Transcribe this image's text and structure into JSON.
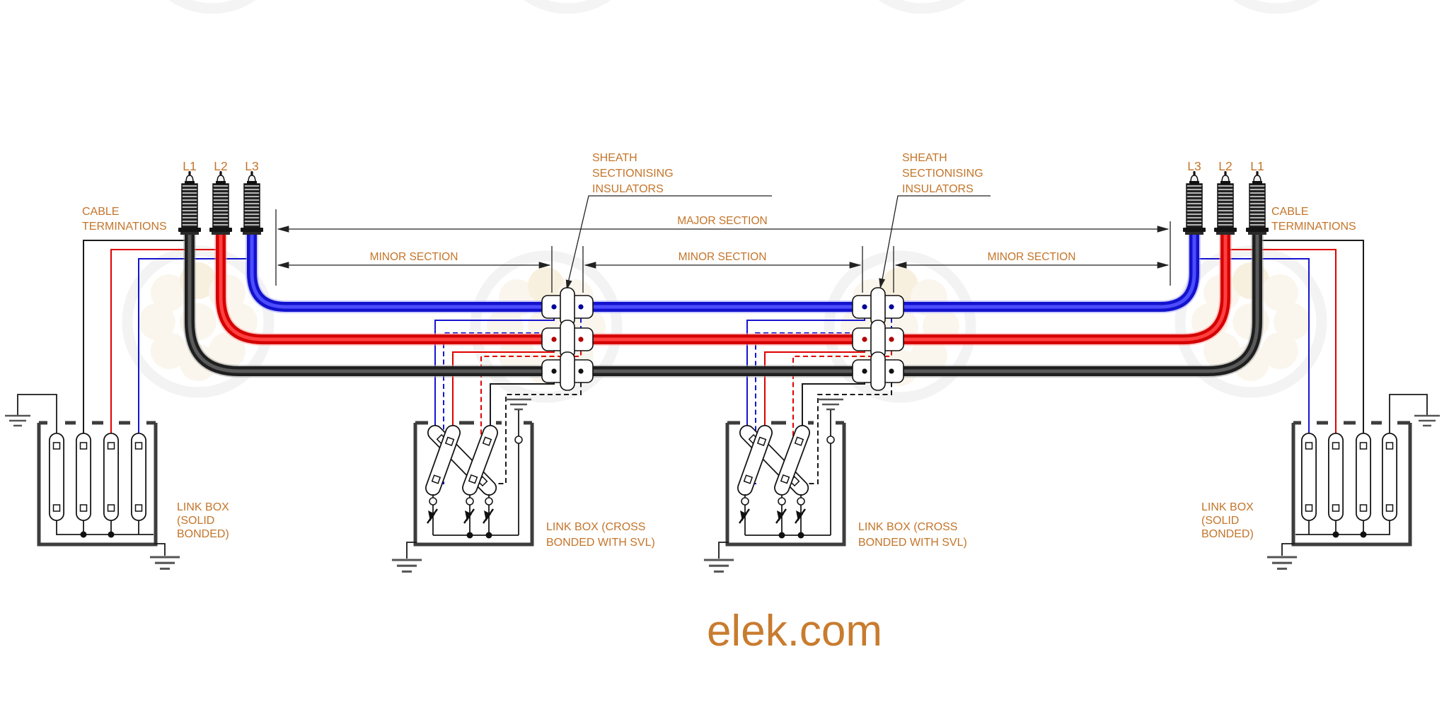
{
  "colors": {
    "label_orange": "#c4752a",
    "logo_orange": "#c87c2e",
    "phase_black": "#1f1f1f",
    "phase_red": "#d40000",
    "phase_blue": "#1212cc",
    "wire_black": "#1a1a1a",
    "wire_red": "#e00000",
    "wire_blue": "#1515d0"
  },
  "terminations": {
    "left": {
      "caption_line1": "CABLE",
      "caption_line2": "TERMINATIONS",
      "phases": [
        "L1",
        "L2",
        "L3"
      ]
    },
    "right": {
      "caption_line1": "CABLE",
      "caption_line2": "TERMINATIONS",
      "phases": [
        "L3",
        "L2",
        "L1"
      ]
    }
  },
  "sections": {
    "major_label": "MAJOR SECTION",
    "minor_labels": [
      "MINOR SECTION",
      "MINOR SECTION",
      "MINOR SECTION"
    ]
  },
  "sheath_insulators": {
    "label_line1": "SHEATH",
    "label_line2": "SECTIONISING",
    "label_line3": "INSULATORS"
  },
  "link_boxes": {
    "solid_left": {
      "line1": "LINK BOX",
      "line2": "(SOLID",
      "line3": "BONDED)"
    },
    "solid_right": {
      "line1": "LINK BOX",
      "line2": "(SOLID",
      "line3": "BONDED)"
    },
    "cross_1": {
      "line1": "LINK BOX (CROSS",
      "line2": "BONDED WITH SVL)"
    },
    "cross_2": {
      "line1": "LINK BOX (CROSS",
      "line2": "BONDED WITH SVL)"
    }
  },
  "logo": {
    "text": "elek.com"
  }
}
